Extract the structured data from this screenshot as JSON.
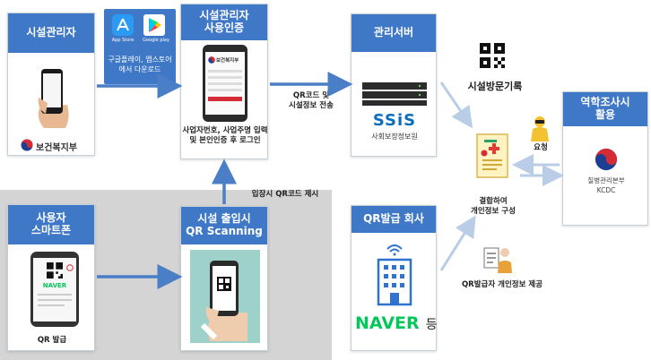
{
  "boxes": {
    "facility_admin": {
      "title": "시설관리자",
      "logo_text": "보건복지부"
    },
    "admin_auth": {
      "title_lines": [
        "시설관리자",
        "사용인증"
      ],
      "screen_logo_text": "보건복지부",
      "caption_lines": [
        "사업자번호, 사업주명 입력",
        "및 본인인증 후 로그인"
      ]
    },
    "management_server": {
      "title": "관리서버",
      "logo_mark": "SSiS",
      "logo_text": "사회보장정보원"
    },
    "epi_investigation": {
      "title_lines": [
        "역학조사시",
        "활용"
      ],
      "logo_text_lines": [
        "질병관리본부",
        "KCDC"
      ]
    },
    "user_phone": {
      "title_lines": [
        "사용자",
        "스마트폰"
      ],
      "screen_brand": "NAVER",
      "caption": "QR 발급"
    },
    "facility_entry": {
      "title_lines": [
        "시설 출입시",
        "QR Scanning"
      ]
    },
    "qr_issuer": {
      "title": "QR발급 회사",
      "brand": "NAVER",
      "brand_suffix": "등"
    }
  },
  "app_store_callout": {
    "store_labels": [
      "App Store",
      "Google play"
    ],
    "caption_lines": [
      "구글플레이, 앱스토어",
      "에서 다운로드"
    ]
  },
  "labels": {
    "qr_transfer": [
      "QR코드 및",
      "시설정보 전송"
    ],
    "entry_qr_present": "입장시 QR코드 제시",
    "facility_visit_record": "시설방문기록",
    "combine": [
      "결합하여",
      "개인정보 구성"
    ],
    "request": "요청",
    "issuer_provide": "QR발급자 개인정보 제공"
  },
  "colors": {
    "header_blue": "#3f78c6",
    "arrow_blue": "#4a7fc8",
    "arrow_light": "#b9cde6",
    "gray_zone": "#d4d4d4",
    "naver_green": "#03c75a"
  }
}
